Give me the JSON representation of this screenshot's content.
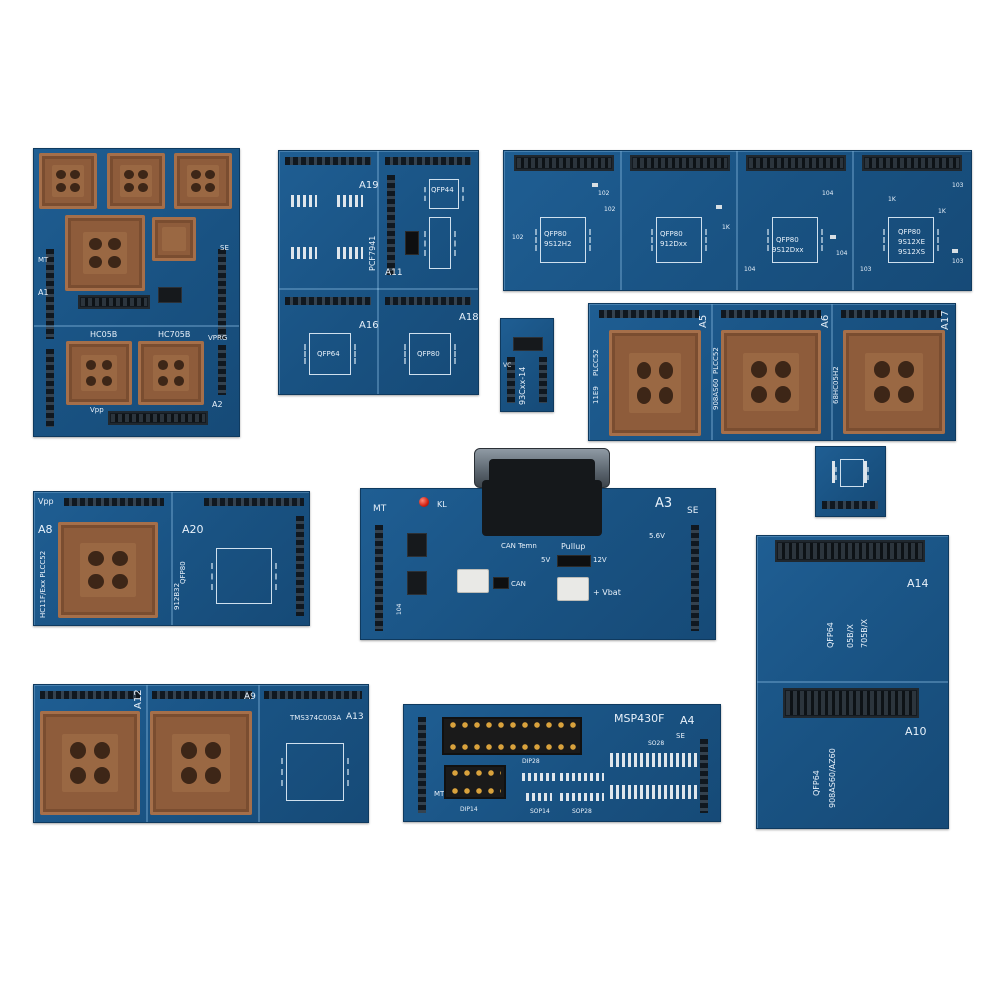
{
  "boards": {
    "b1": {
      "top_left_labels": [
        "HC05B",
        "HC705B",
        "VPRG",
        "A1",
        "A2",
        "MT",
        "SE",
        "Vpp"
      ]
    },
    "b2": {
      "labels": [
        "A19",
        "PCF7941",
        "QFP44",
        "A11",
        "A16",
        "A18",
        "QFP64",
        "QFP80"
      ]
    },
    "b3": {
      "labels": [
        "QFP80",
        "9S12H2",
        "QFP80",
        "912Dxx",
        "QFP80",
        "9S12Dxx",
        "QFP80",
        "9S12XE",
        "9S12XS",
        "102",
        "102",
        "102",
        "1K",
        "1K",
        "104",
        "104",
        "104",
        "103",
        "103",
        "103",
        "1K"
      ]
    },
    "b4": {
      "labels": [
        "93Cxx-14",
        "VC"
      ]
    },
    "b5": {
      "labels": [
        "A5",
        "A6",
        "A17",
        "11E9",
        "PLCC52",
        "908AS60",
        "PLCC52",
        "68HC05H2"
      ]
    },
    "b7": {
      "labels": [
        "Vpp",
        "A8",
        "A20",
        "HC11F/Exx PLCC52",
        "912B32",
        "QFP80"
      ]
    },
    "b8": {
      "labels": [
        "MT",
        "KL",
        "A3",
        "SE",
        "CAN Temn",
        "Pullup",
        "5V",
        "12V",
        "5.6V",
        "CAN",
        "+ Vbat",
        "104"
      ]
    },
    "b9": {
      "labels": [
        "A14",
        "QFP64",
        "05B/X",
        "705B/X",
        "A10",
        "QFP64",
        "908AS60/AZ60"
      ]
    },
    "b10": {
      "labels": [
        "A12",
        "A9",
        "A13",
        "TMS374C003A"
      ]
    },
    "b11": {
      "labels": [
        "MSP430F",
        "A4",
        "SE",
        "MT",
        "DIP28",
        "DIP14",
        "SO28",
        "SOP14",
        "SOP28"
      ]
    }
  },
  "colors": {
    "pcb_blue": "#1c5689",
    "socket_brown": "#8e5c3b",
    "header_black": "#141a20",
    "background": "#ffffff"
  }
}
